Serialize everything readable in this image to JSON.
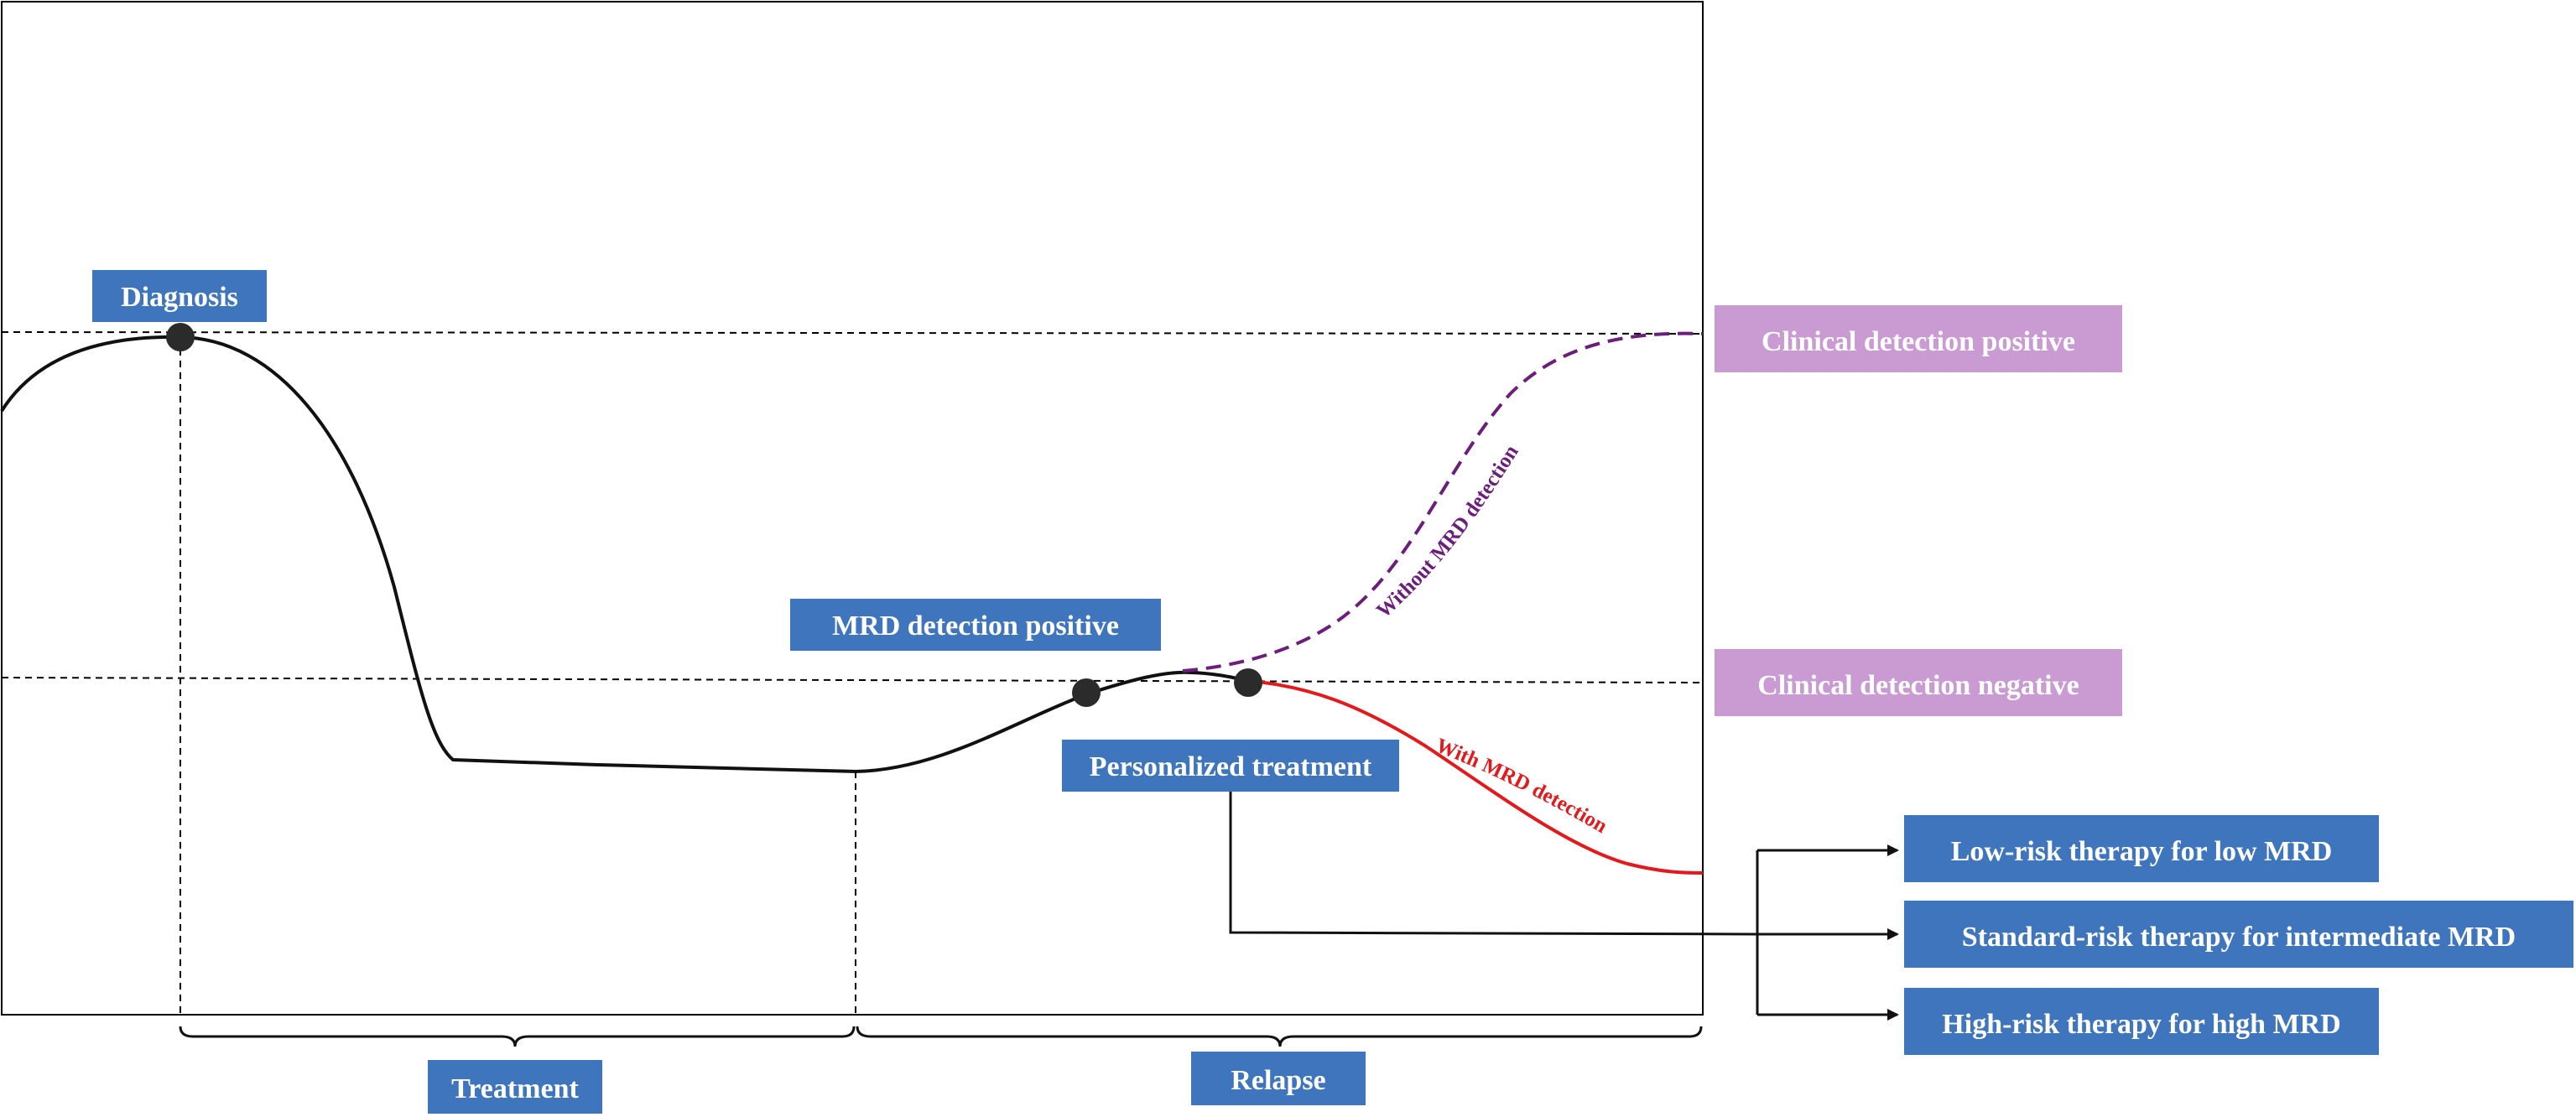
{
  "colors": {
    "blue_box": "#3f75bd",
    "purple_box": "#c99bd2",
    "axis": "#000000",
    "curve": "#111111",
    "dashed_purple": "#6b1f7a",
    "red_curve": "#e3191c",
    "point": "#2b2b2b"
  },
  "labels": {
    "diagnosis": "Diagnosis",
    "mrd_positive": "MRD detection positive",
    "personalized": "Personalized treatment",
    "treatment": "Treatment",
    "relapse": "Relapse",
    "clinical_positive": "Clinical detection positive",
    "clinical_negative": "Clinical detection negative",
    "without_mrd": "Without MRD detection",
    "with_mrd": "With MRD detection"
  },
  "therapies": [
    "Low-risk therapy for low MRD",
    "Standard-risk therapy for intermediate MRD",
    "High-risk therapy for high MRD"
  ]
}
